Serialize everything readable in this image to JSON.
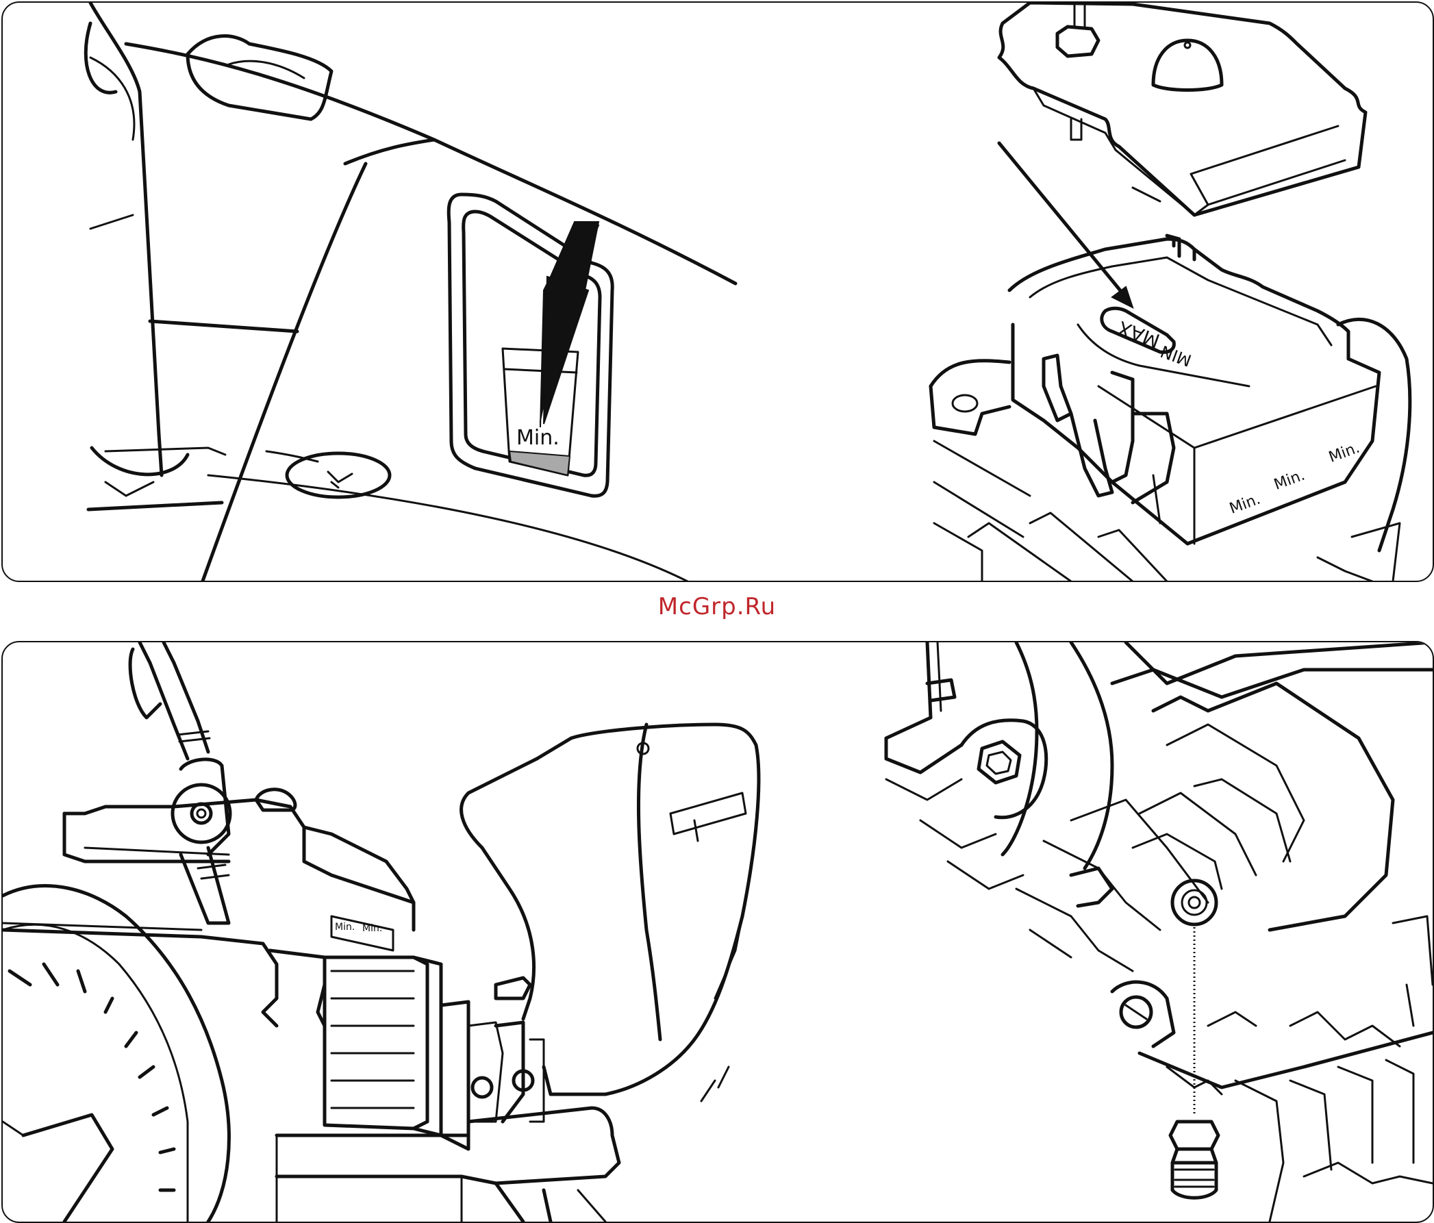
{
  "watermark": "McGrp.Ru",
  "labels": {
    "min_window": "Min.",
    "tank_max": "MAX",
    "tank_min_inner": "MIN",
    "min_1": "Min.",
    "min_2": "Min.",
    "min_3": "Min.",
    "min_side_1": "Min.",
    "min_side_2": "Min."
  }
}
